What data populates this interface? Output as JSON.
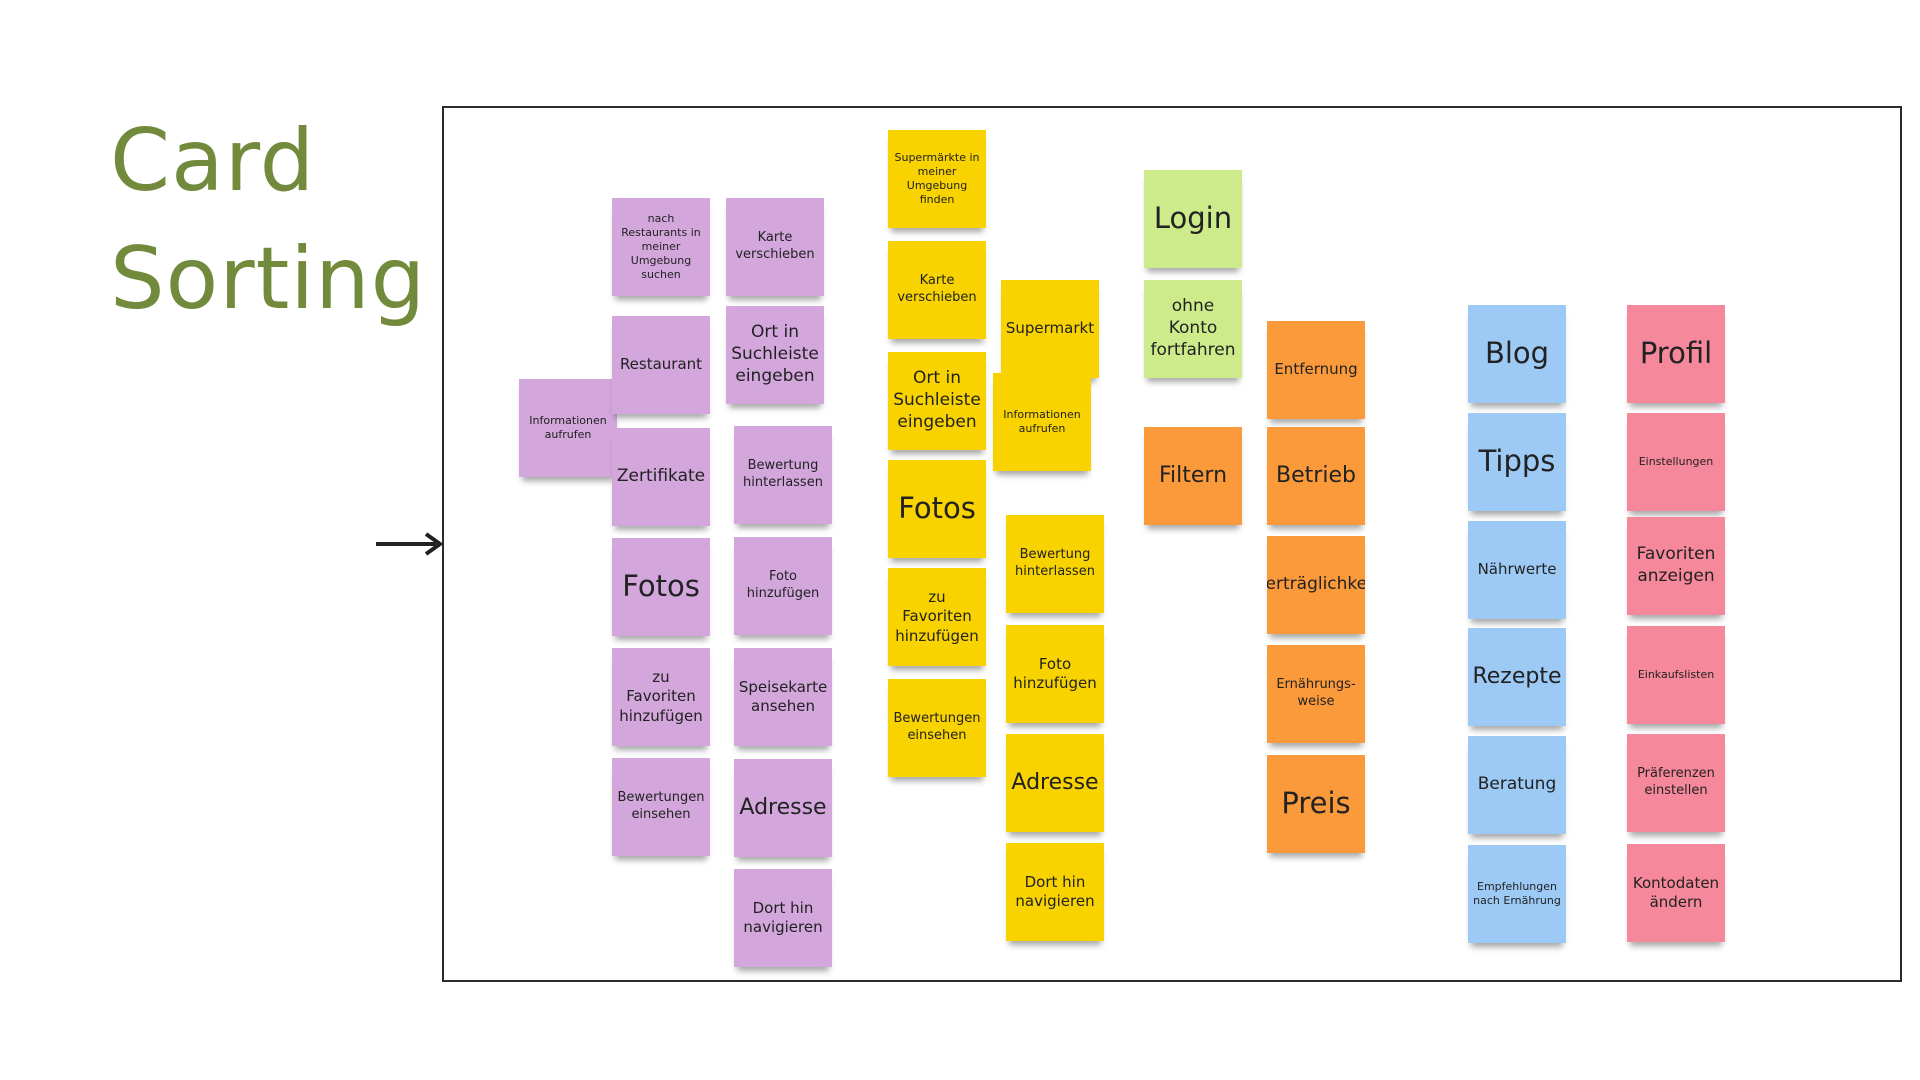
{
  "title": {
    "line1": "Card",
    "line2": "Sorting"
  },
  "arrow_icon": "arrow-right-icon",
  "colors": {
    "title": "#728a3b",
    "purple": "#d3a7dc",
    "yellow": "#f8d300",
    "green": "#cdeb8a",
    "orange": "#fb9a3a",
    "blue": "#9ccaf5",
    "pink": "#f5889a"
  },
  "groups": {
    "purple": {
      "c1": "Informationen aufrufen",
      "c2": "nach Restaurants in meiner Umgebung suchen",
      "c3": "Restaurant",
      "c4": "Zertifikate",
      "c5": "Fotos",
      "c6": "zu Favoriten hinzufügen",
      "c7": "Bewertungen einsehen",
      "c8": "Karte verschieben",
      "c9": "Ort in Suchleiste eingeben",
      "c10": "Bewertung hinterlassen",
      "c11": "Foto hinzufügen",
      "c12": "Speisekarte ansehen",
      "c13": "Adresse",
      "c14": "Dort hin navigieren"
    },
    "yellow": {
      "c1": "Supermärkte in meiner Umgebung finden",
      "c2": "Karte verschieben",
      "c3": "Ort in Suchleiste eingeben",
      "c4": "Fotos",
      "c5": "zu Favoriten hinzufügen",
      "c6": "Bewertungen einsehen",
      "c7": "Supermarkt",
      "c8": "Informationen aufrufen",
      "c9": "Bewertung hinterlassen",
      "c10": "Foto hinzufügen",
      "c11": "Adresse",
      "c12": "Dort hin navigieren"
    },
    "green": {
      "c1": "Login",
      "c2": "ohne Konto fortfahren"
    },
    "orange": {
      "c1": "Filtern",
      "c2": "Entfernung",
      "c3": "Betrieb",
      "c4": "Unverträglichkeiten",
      "c5": "Ernährungs-weise",
      "c6": "Preis"
    },
    "blue": {
      "c1": "Blog",
      "c2": "Tipps",
      "c3": "Nährwerte",
      "c4": "Rezepte",
      "c5": "Beratung",
      "c6": "Empfehlungen nach Ernährung"
    },
    "pink": {
      "c1": "Profil",
      "c2": "Einstellungen",
      "c3": "Favoriten anzeigen",
      "c4": "Einkaufslisten",
      "c5": "Präferenzen einstellen",
      "c6": "Kontodaten ändern"
    }
  }
}
